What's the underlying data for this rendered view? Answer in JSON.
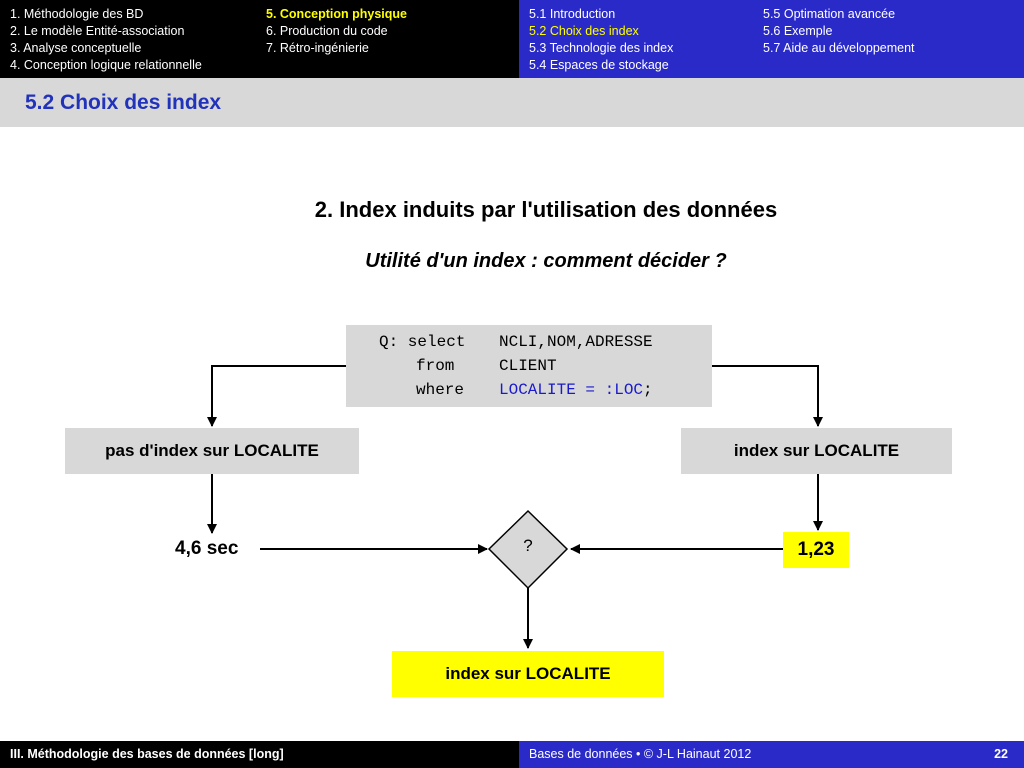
{
  "nav": {
    "left_col1": [
      "1. Méthodologie des BD",
      "2. Le modèle Entité-association",
      "3. Analyse conceptuelle",
      "4. Conception logique relationnelle"
    ],
    "left_col2": [
      "5. Conception physique",
      "6. Production du code",
      "7. Rétro-ingénierie"
    ],
    "right_col1": [
      "5.1 Introduction",
      "5.2 Choix des index",
      "5.3 Technologie des index",
      "5.4 Espaces de stockage"
    ],
    "right_col2": [
      "5.5 Optimation avancée",
      "5.6 Exemple",
      "5.7 Aide au développement"
    ]
  },
  "slide": {
    "title": "5.2 Choix des index",
    "heading": "2.  Index induits par l'utilisation des données",
    "subheading": "Utilité d'un index : comment décider ?"
  },
  "query": {
    "line1_kw": "Q: select",
    "line1_val": "NCLI,NOM,ADRESSE",
    "line2_kw": "from",
    "line2_val": "CLIENT",
    "line3_kw": "where",
    "line3_val": "LOCALITE = :LOC",
    "line3_end": ";"
  },
  "diagram": {
    "left_box": "pas d'index sur LOCALITE",
    "right_box": "index sur LOCALITE",
    "left_time": "4,6 sec",
    "right_time": "1,23",
    "decision": "?",
    "result": "index sur LOCALITE"
  },
  "footer": {
    "course": "III. Méthodologie des bases de données [long]",
    "copyright": "Bases de données • © J-L Hainaut  2012",
    "page": "22"
  },
  "colors": {
    "nav_left_bg": "#000000",
    "nav_right_bg": "#2a2ac8",
    "highlight": "#ffff00",
    "title_color": "#2233bb",
    "box_bg": "#d8d8d8",
    "sql_blue": "#1a1acc"
  }
}
